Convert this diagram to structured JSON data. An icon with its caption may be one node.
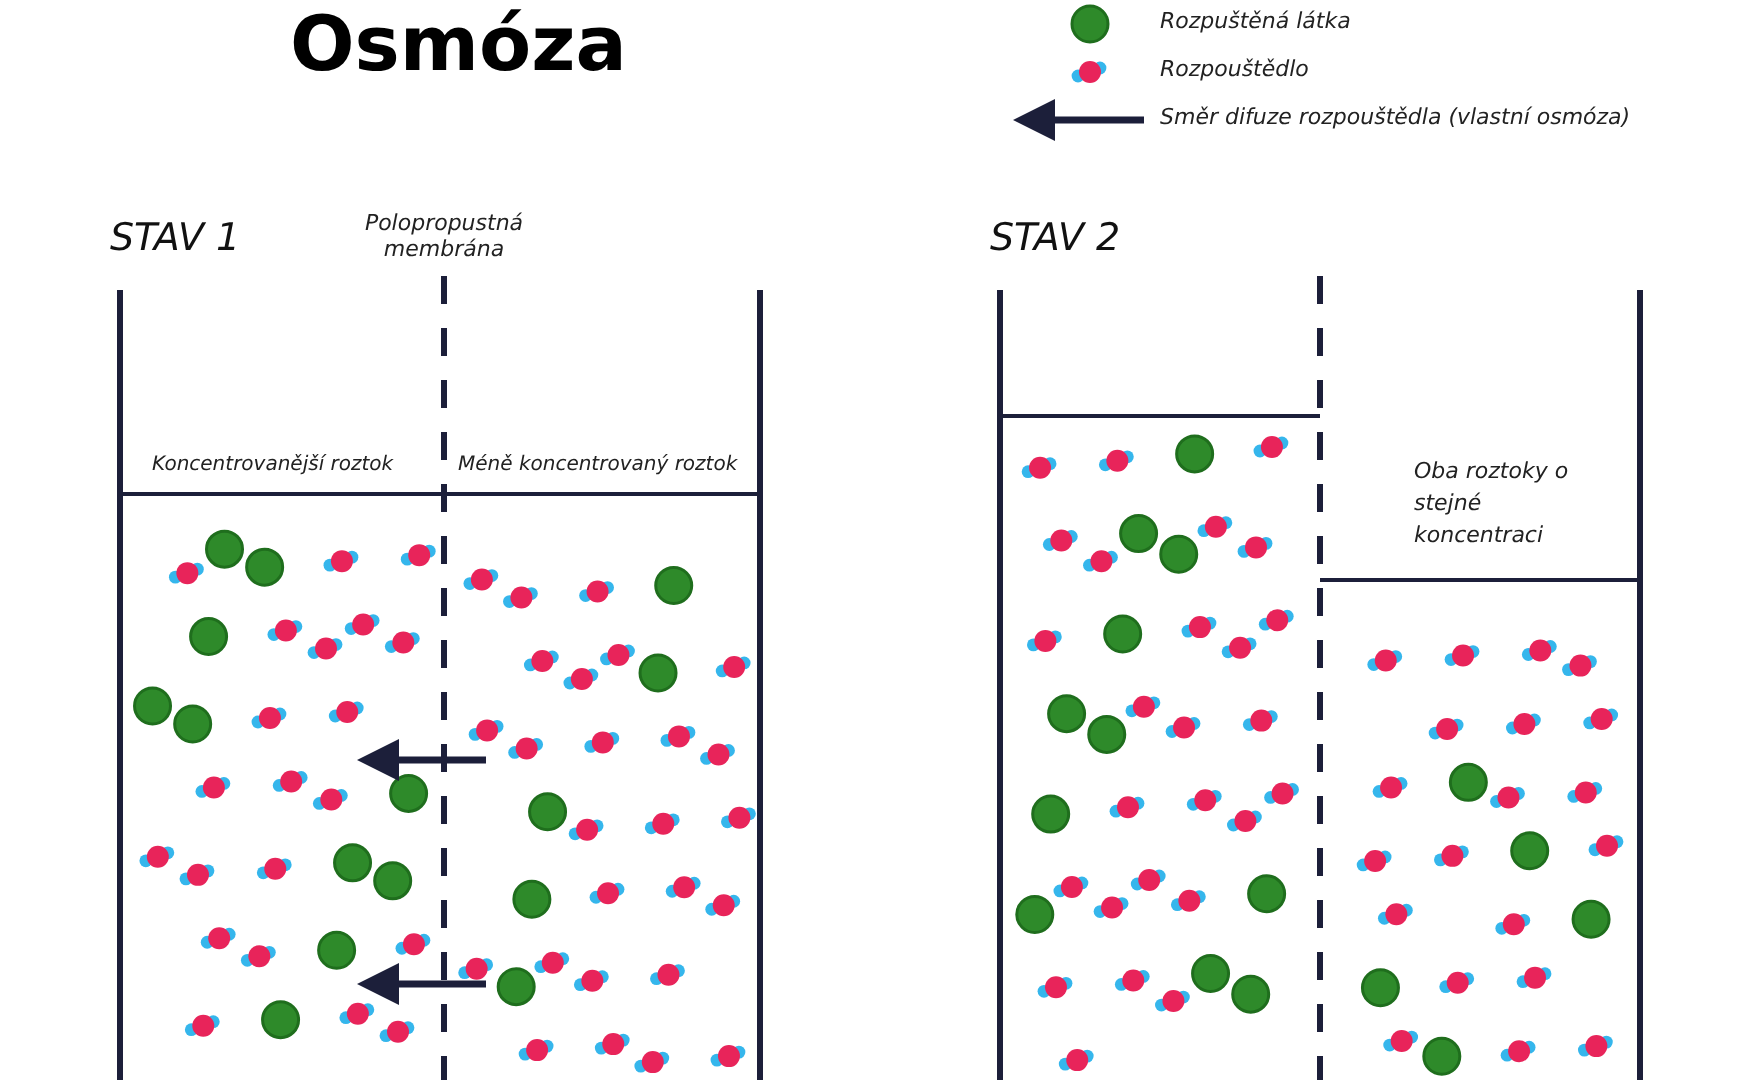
{
  "diagram": {
    "title": "Osmóza",
    "labels": [
      "STAV 1",
      "Polopropustná membrána",
      "Koncentrovanější roztok",
      "Méně koncentrovaný roztok",
      "STAV 2",
      "Oba roztoky o stejné koncentraci"
    ],
    "legend": [
      {
        "text": "Rozpuštěná látka"
      },
      {
        "text": "Rozpouštědlo"
      },
      {
        "text": "Směr difuze rozpouštědla (vlastní osmóza)"
      }
    ]
  }
}
